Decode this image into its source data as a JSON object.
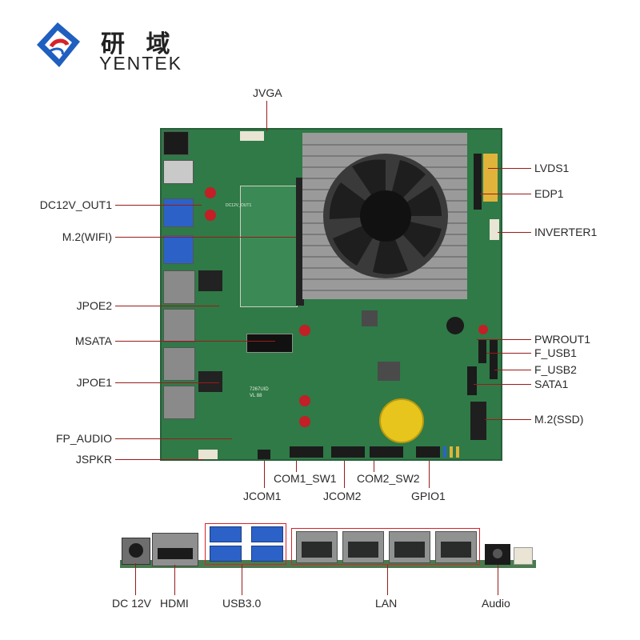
{
  "brand": {
    "name_cn": "研 域",
    "name_en": "YENTEK",
    "colors": {
      "blue": "#1f5fbf",
      "red": "#d8222a"
    }
  },
  "top_labels": {
    "jvga": "JVGA"
  },
  "left_labels": {
    "dc12v_out1": "DC12V_OUT1",
    "m2_wifi": "M.2(WIFI)",
    "jpoe2": "JPOE2",
    "msata": "MSATA",
    "jpoe1": "JPOE1",
    "fp_audio": "FP_AUDIO",
    "jspkr": "JSPKR"
  },
  "right_labels": {
    "lvds1": "LVDS1",
    "edp1": "EDP1",
    "inverter1": "INVERTER1",
    "pwrout1": "PWROUT1",
    "f_usb1": "F_USB1",
    "f_usb2": "F_USB2",
    "sata1": "SATA1",
    "m2_ssd": "M.2(SSD)"
  },
  "bottom_board_labels": {
    "com1_sw1": "COM1_SW1",
    "com2_sw2": "COM2_SW2",
    "jcom1": "JCOM1",
    "jcom2": "JCOM2",
    "gpio1": "GPIO1"
  },
  "io_labels": {
    "dc12v": "DC 12V",
    "hdmi": "HDMI",
    "usb30": "USB3.0",
    "lan": "LAN",
    "audio": "Audio"
  },
  "board_print": {
    "dc12v_out": "DC12V_OUT1",
    "model": "7267UID",
    "ver": "VL 88"
  }
}
